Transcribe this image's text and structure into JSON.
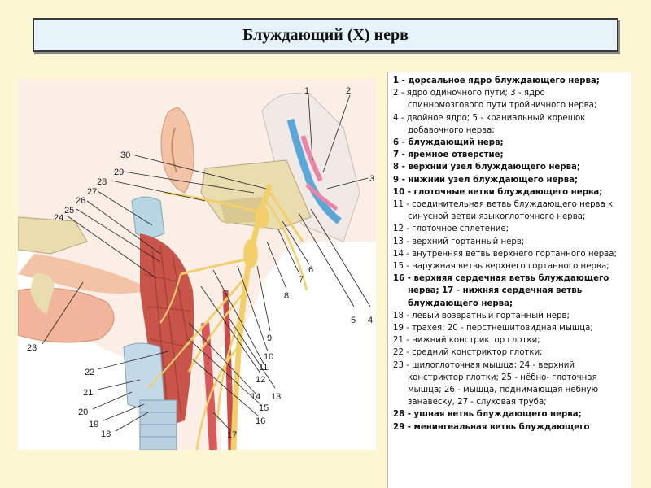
{
  "title": "Блуждающий (X) нерв",
  "figure": {
    "callouts": [
      "1",
      "2",
      "3",
      "4",
      "5",
      "6",
      "7",
      "8",
      "9",
      "10",
      "11",
      "12",
      "13",
      "14",
      "15",
      "16",
      "17",
      "18",
      "19",
      "20",
      "21",
      "22",
      "23",
      "24",
      "25",
      "26",
      "27",
      "28",
      "29",
      "30"
    ]
  },
  "legend": {
    "l1": "1 - дорсальное ядро блуждающего нерва;",
    "l2a": "2 - ядро одиночного пути; 3 - ядро",
    "l2b": "спинномозгового пути тройничного нерва;",
    "l4a": "4 - двойное ядро; 5 - краниальный корешок",
    "l4b": "добавочного нерва;",
    "l6": "6 - блуждающий нерв;",
    "l7": "7 - яремное отверстие;",
    "l8": "8 - верхний узел блуждающего нерва;",
    "l9": "9 - нижний узел блуждающего нерва;",
    "l10": "10 - глоточные ветви блуждающего нерва;",
    "l11a": "11 - соединительная ветвь блуждающего нерва к",
    "l11b": "синусной ветви языкоглоточного нерва;",
    "l12": "12 - глоточное сплетение;",
    "l13": "13 - верхний гортанный нерв;",
    "l14": "14 - внутренняя ветвь верхнего гортанного нерва; 15 - наружная ветвь верхнего гортанного нерва;",
    "l16a": "16 - верхняя сердечная ветвь блуждающего",
    "l16b": "нерва; 17 - нижняя сердечная ветвь",
    "l16c": "блуждающего нерва;",
    "l18": "18 - левый возвратный гортанный нерв;",
    "l19": "19 - трахея; 20 - перстнещитовидная мышца;",
    "l21": "21 - нижний констриктор глотки;",
    "l22": "22 - средний констриктор глотки;",
    "l23a": "23 - шилоглоточная мышца; 24 - верхний",
    "l23b": "констриктор глотки; 25 - нёбно- глоточная",
    "l23c": "мышца; 26 - мышца, поднимающая нёбную",
    "l23d": "занавеску, 27 - слуховая труба;",
    "l28": "28 - ушная ветвь блуждающего нерва;",
    "l29": "29 - менингеальная ветвь блуждающего"
  },
  "colors": {
    "background": "#fdf6d2",
    "title_bg": "#e6f4f9",
    "nerve": "#f2cf6a",
    "muscle": "#c9554a",
    "skin": "#f3c3a6",
    "bone": "#e9dcae",
    "brainstem_blue": "#5aa7d8",
    "brainstem_pink": "#e986a8"
  }
}
